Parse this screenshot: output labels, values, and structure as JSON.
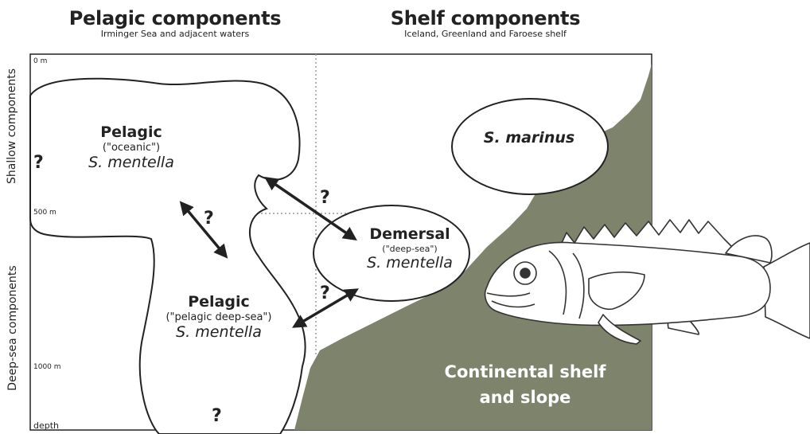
{
  "header": {
    "pelagic_title": "Pelagic components",
    "pelagic_sub": "Irminger Sea and adjacent waters",
    "shelf_title": "Shelf components",
    "shelf_sub": "Iceland, Greenland and Faroese shelf"
  },
  "side_labels": {
    "shallow": "Shallow components",
    "deep": "Deep-sea components"
  },
  "depth_labels": {
    "surface": "0 m",
    "mid": "500 m",
    "deep": "1000 m",
    "bottom": "depth"
  },
  "blobs": {
    "pelagic_oceanic": {
      "title": "Pelagic",
      "subtitle": "(\"oceanic\")",
      "species": "S. mentella"
    },
    "pelagic_deep": {
      "title": "Pelagic",
      "subtitle": "(\"pelagic deep-sea\")",
      "species": "S. mentella"
    },
    "demersal": {
      "title": "Demersal",
      "subtitle": "(\"deep-sea\")",
      "species": "S. mentella"
    },
    "marinus": {
      "species": "S. marinus"
    }
  },
  "shelf_label": {
    "line1": "Continental shelf",
    "line2": "and slope"
  },
  "question_mark": "?",
  "colors": {
    "shelf": "#7e836c",
    "shelf_text": "#ffffff",
    "ink": "#222222"
  }
}
